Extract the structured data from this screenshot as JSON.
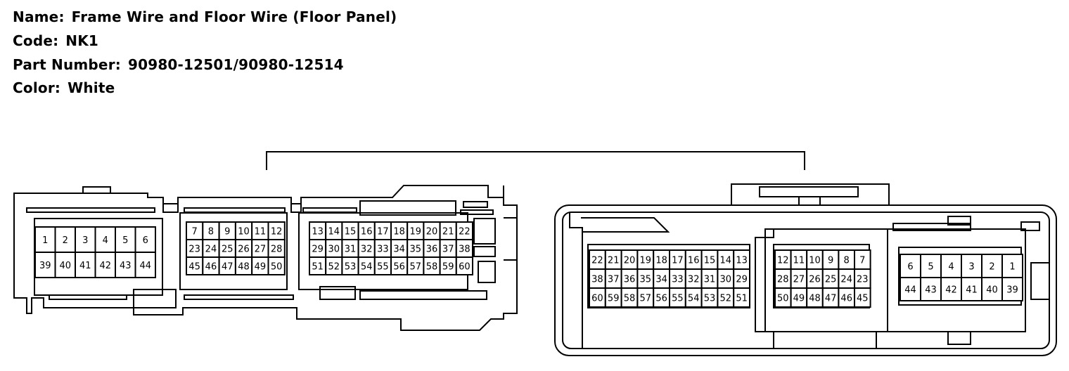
{
  "header": {
    "name_label": "Name:",
    "name_value": "Frame Wire and Floor Wire (Floor Panel)",
    "code_label": "Code:",
    "code_value": "NK1",
    "part_label": "Part Number:",
    "part_value": "90980-12501/90980-12514",
    "color_label": "Color:",
    "color_value": "White"
  },
  "connector_left": {
    "block_a": [
      [
        "1",
        "2",
        "3",
        "4",
        "5",
        "6"
      ],
      [
        "39",
        "40",
        "41",
        "42",
        "43",
        "44"
      ]
    ],
    "block_b": [
      [
        "7",
        "8",
        "9",
        "10",
        "11",
        "12"
      ],
      [
        "23",
        "24",
        "25",
        "26",
        "27",
        "28"
      ],
      [
        "45",
        "46",
        "47",
        "48",
        "49",
        "50"
      ]
    ],
    "block_c": [
      [
        "13",
        "14",
        "15",
        "16",
        "17",
        "18",
        "19",
        "20",
        "21",
        "22"
      ],
      [
        "29",
        "30",
        "31",
        "32",
        "33",
        "34",
        "35",
        "36",
        "37",
        "38"
      ],
      [
        "51",
        "52",
        "53",
        "54",
        "55",
        "56",
        "57",
        "58",
        "59",
        "60"
      ]
    ]
  },
  "connector_right": {
    "block_c": [
      [
        "22",
        "21",
        "20",
        "19",
        "18",
        "17",
        "16",
        "15",
        "14",
        "13"
      ],
      [
        "38",
        "37",
        "36",
        "35",
        "34",
        "33",
        "32",
        "31",
        "30",
        "29"
      ],
      [
        "60",
        "59",
        "58",
        "57",
        "56",
        "55",
        "54",
        "53",
        "52",
        "51"
      ]
    ],
    "block_b": [
      [
        "12",
        "11",
        "10",
        "9",
        "8",
        "7"
      ],
      [
        "28",
        "27",
        "26",
        "25",
        "24",
        "23"
      ],
      [
        "50",
        "49",
        "48",
        "47",
        "46",
        "45"
      ]
    ],
    "block_a": [
      [
        "6",
        "5",
        "4",
        "3",
        "2",
        "1"
      ],
      [
        "44",
        "43",
        "42",
        "41",
        "40",
        "39"
      ]
    ]
  }
}
